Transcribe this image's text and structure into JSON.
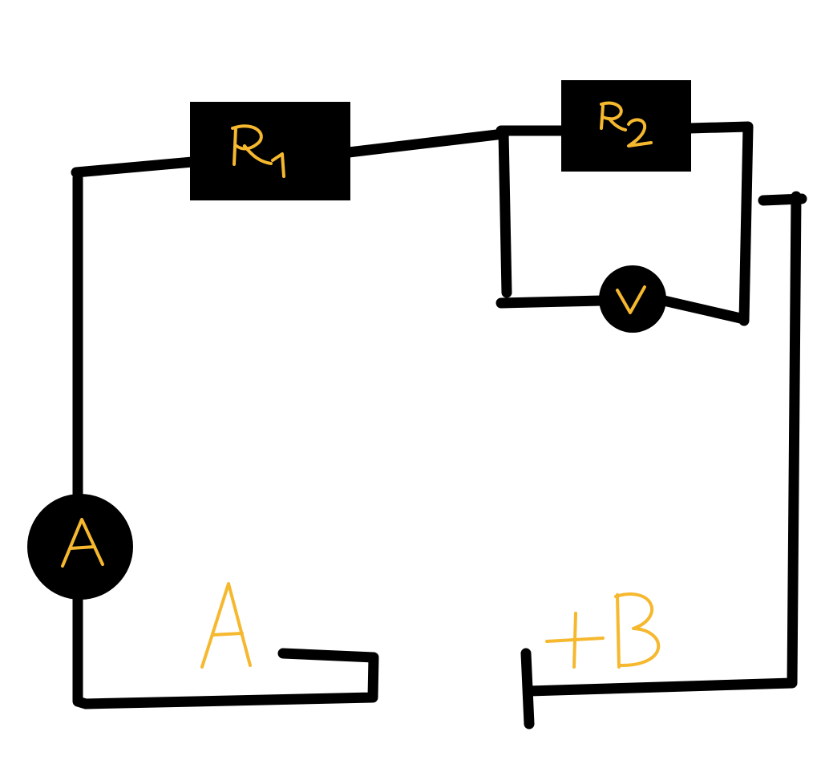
{
  "colors": {
    "wire": "#000000",
    "component_fill": "#000000",
    "label": "#f5b82e",
    "background": "#ffffff"
  },
  "components": [
    {
      "id": "R1",
      "kind": "resistor",
      "label": "R1"
    },
    {
      "id": "R2",
      "kind": "resistor",
      "label": "R2"
    },
    {
      "id": "V",
      "kind": "voltmeter",
      "label": "V"
    },
    {
      "id": "A",
      "kind": "ammeter",
      "label": "A"
    }
  ],
  "terminals": [
    {
      "id": "terminal-A",
      "label": "A"
    },
    {
      "id": "terminal-B",
      "label": "+B"
    }
  ]
}
